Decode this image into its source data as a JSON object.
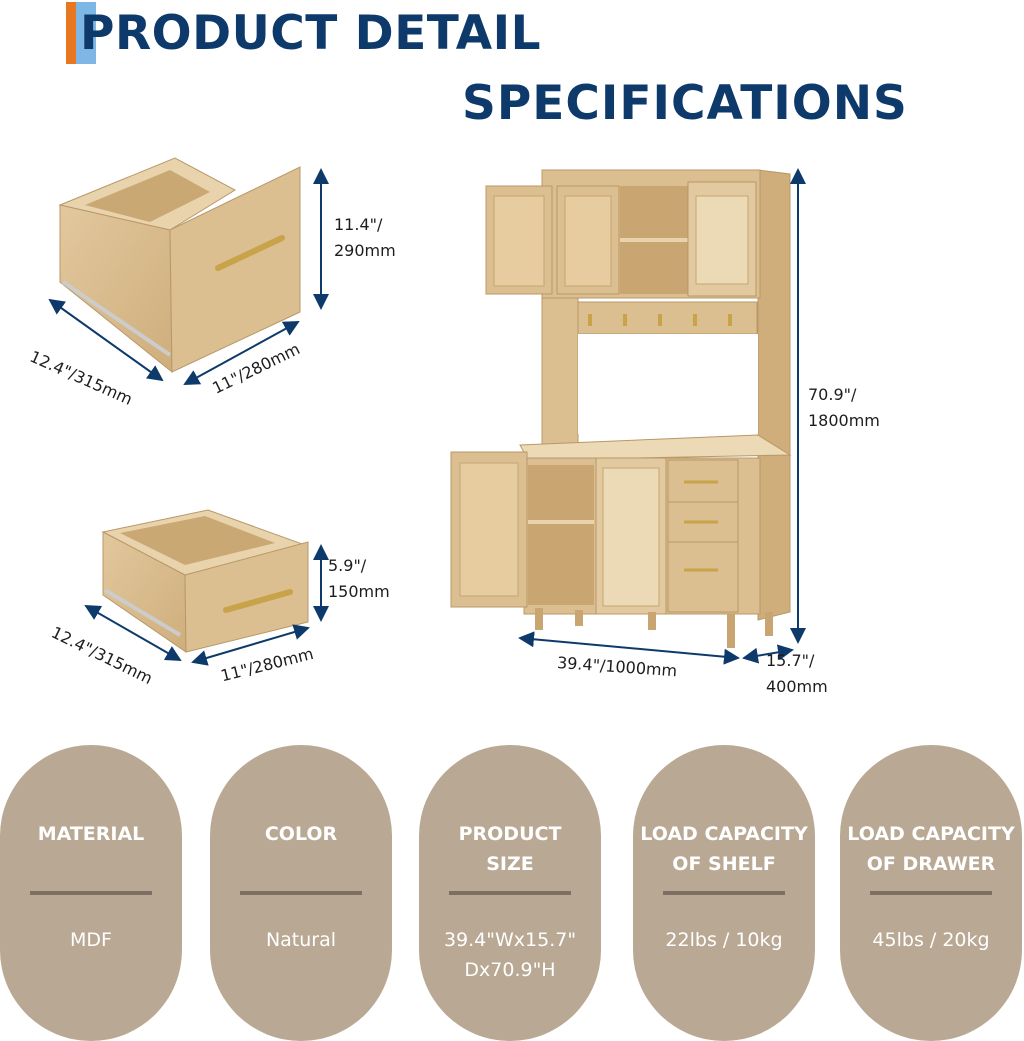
{
  "header": {
    "title": "PRODUCT DETAIL",
    "subtitle": "SPECIFICATIONS"
  },
  "colors": {
    "title": "#0d3a6b",
    "accent_orange": "#e87722",
    "accent_blue": "#7eb6e6",
    "pill_bg": "#b9a893",
    "pill_divider": "#7d6f62",
    "wood": "#dcc197"
  },
  "drawer_large": {
    "height": "11.4\"/",
    "height_mm": "290mm",
    "depth": "12.4\"/315mm",
    "width": "11\"/280mm"
  },
  "drawer_small": {
    "height": "5.9\"/",
    "height_mm": "150mm",
    "depth": "12.4\"/315mm",
    "width": "11\"/280mm"
  },
  "cabinet": {
    "height": "70.9\"/",
    "height_mm": "1800mm",
    "width": "39.4\"/1000mm",
    "depth": "15.7\"/",
    "depth_mm": "400mm"
  },
  "specs": [
    {
      "label": "MATERIAL",
      "value": "MDF"
    },
    {
      "label": "COLOR",
      "value": "Natural"
    },
    {
      "label": "PRODUCT\nSIZE",
      "value": "39.4\"Wx15.7\"\nDx70.9\"H"
    },
    {
      "label": "LOAD CAPACITY\nOF SHELF",
      "value": "22lbs / 10kg"
    },
    {
      "label": "LOAD CAPACITY\nOF DRAWER",
      "value": "45lbs / 20kg"
    }
  ]
}
